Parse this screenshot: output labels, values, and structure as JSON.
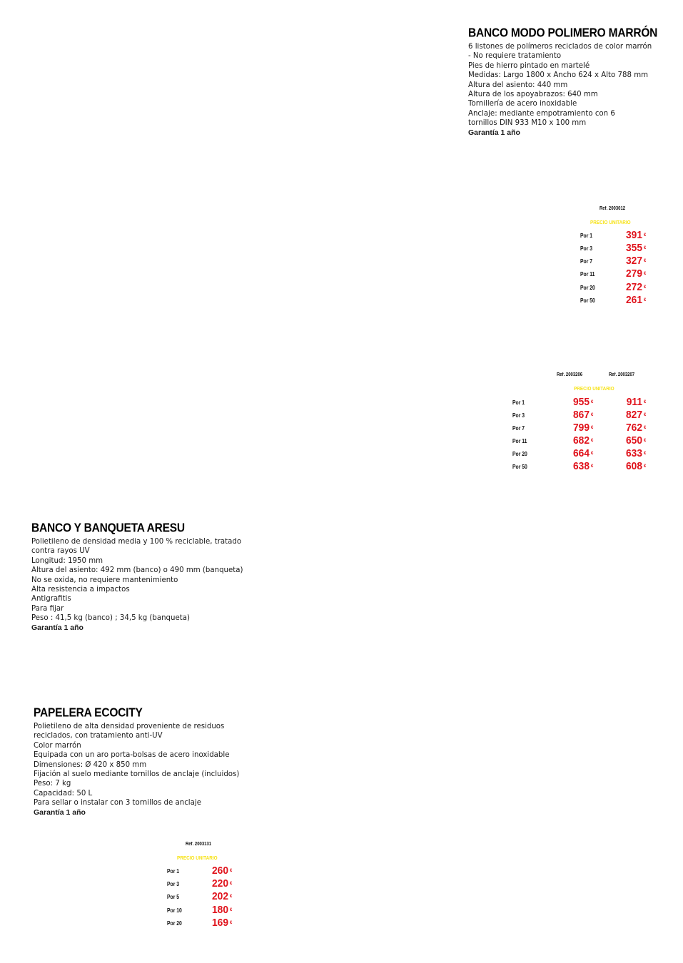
{
  "currency_symbol": "€",
  "products": [
    {
      "title": "BANCO MODO POLIMERO MARRÓN",
      "lines": [
        "6 listones de polímeros reciclados de color marrón",
        "- No requiere tratamiento",
        "Pies de hierro pintado en martelé",
        "Medidas: Largo 1800 x Ancho 624 x Alto 788 mm",
        "Altura del asiento: 440 mm",
        "Altura de los apoyabrazos: 640 mm",
        "Tornillería de acero inoxidable",
        "Anclaje: mediante empotramiento con 6",
        "tornillos DIN 933 M10 x 100 mm"
      ],
      "guarantee": "Garantía 1 año"
    },
    {
      "title": "BANCO Y BANQUETA ARESU",
      "lines": [
        "Polietileno de densidad media y 100 % reciclable, tratado",
        "contra rayos UV",
        "Longitud: 1950 mm",
        "Altura del asiento: 492 mm (banco) o 490 mm (banqueta)",
        "No se oxida, no requiere mantenimiento",
        "Alta resistencia a impactos",
        "Antigrafitis",
        "Para fijar",
        "Peso : 41,5 kg (banco) ; 34,5 kg (banqueta)"
      ],
      "guarantee": "Garantía 1 año"
    },
    {
      "title": "PAPELERA ECOCITY",
      "lines": [
        "Polietileno de alta densidad proveniente de residuos",
        "reciclados, con tratamiento anti-UV",
        "Color marrón",
        "Equipada con un aro porta-bolsas de acero inoxidable",
        "Dimensiones: Ø 420 x 850 mm",
        "Fijación al suelo mediante tornillos de anclaje (incluidos)",
        "Peso: 7 kg",
        "Capacidad: 50 L",
        "Para sellar o instalar con 3 tornillos de anclaje"
      ],
      "guarantee": "Garantía 1 año"
    }
  ],
  "price_tables": [
    {
      "refs": [
        "Ref. 2003012"
      ],
      "unit_price_label": "PRECIO UNITARIO",
      "quantities": [
        "Por 1",
        "Por 3",
        "Por 7",
        "Por 11",
        "Por 20",
        "Por 50"
      ],
      "prices": [
        [
          "391",
          "355",
          "327",
          "279",
          "272",
          "261"
        ]
      ]
    },
    {
      "refs": [
        "Ref. 2003206",
        "Ref. 2003207"
      ],
      "unit_price_label": "PRECIO UNITARIO",
      "quantities": [
        "Por 1",
        "Por 3",
        "Por 7",
        "Por 11",
        "Por 20",
        "Por 50"
      ],
      "prices": [
        [
          "955",
          "867",
          "799",
          "682",
          "664",
          "638"
        ],
        [
          "911",
          "827",
          "762",
          "650",
          "633",
          "608"
        ]
      ]
    },
    {
      "refs": [
        "Ref. 2003131"
      ],
      "unit_price_label": "PRECIO UNITARIO",
      "quantities": [
        "Por 1",
        "Por 3",
        "Por 5",
        "Por 10",
        "Por 20"
      ],
      "prices": [
        [
          "260",
          "220",
          "202",
          "180",
          "169"
        ]
      ]
    }
  ]
}
